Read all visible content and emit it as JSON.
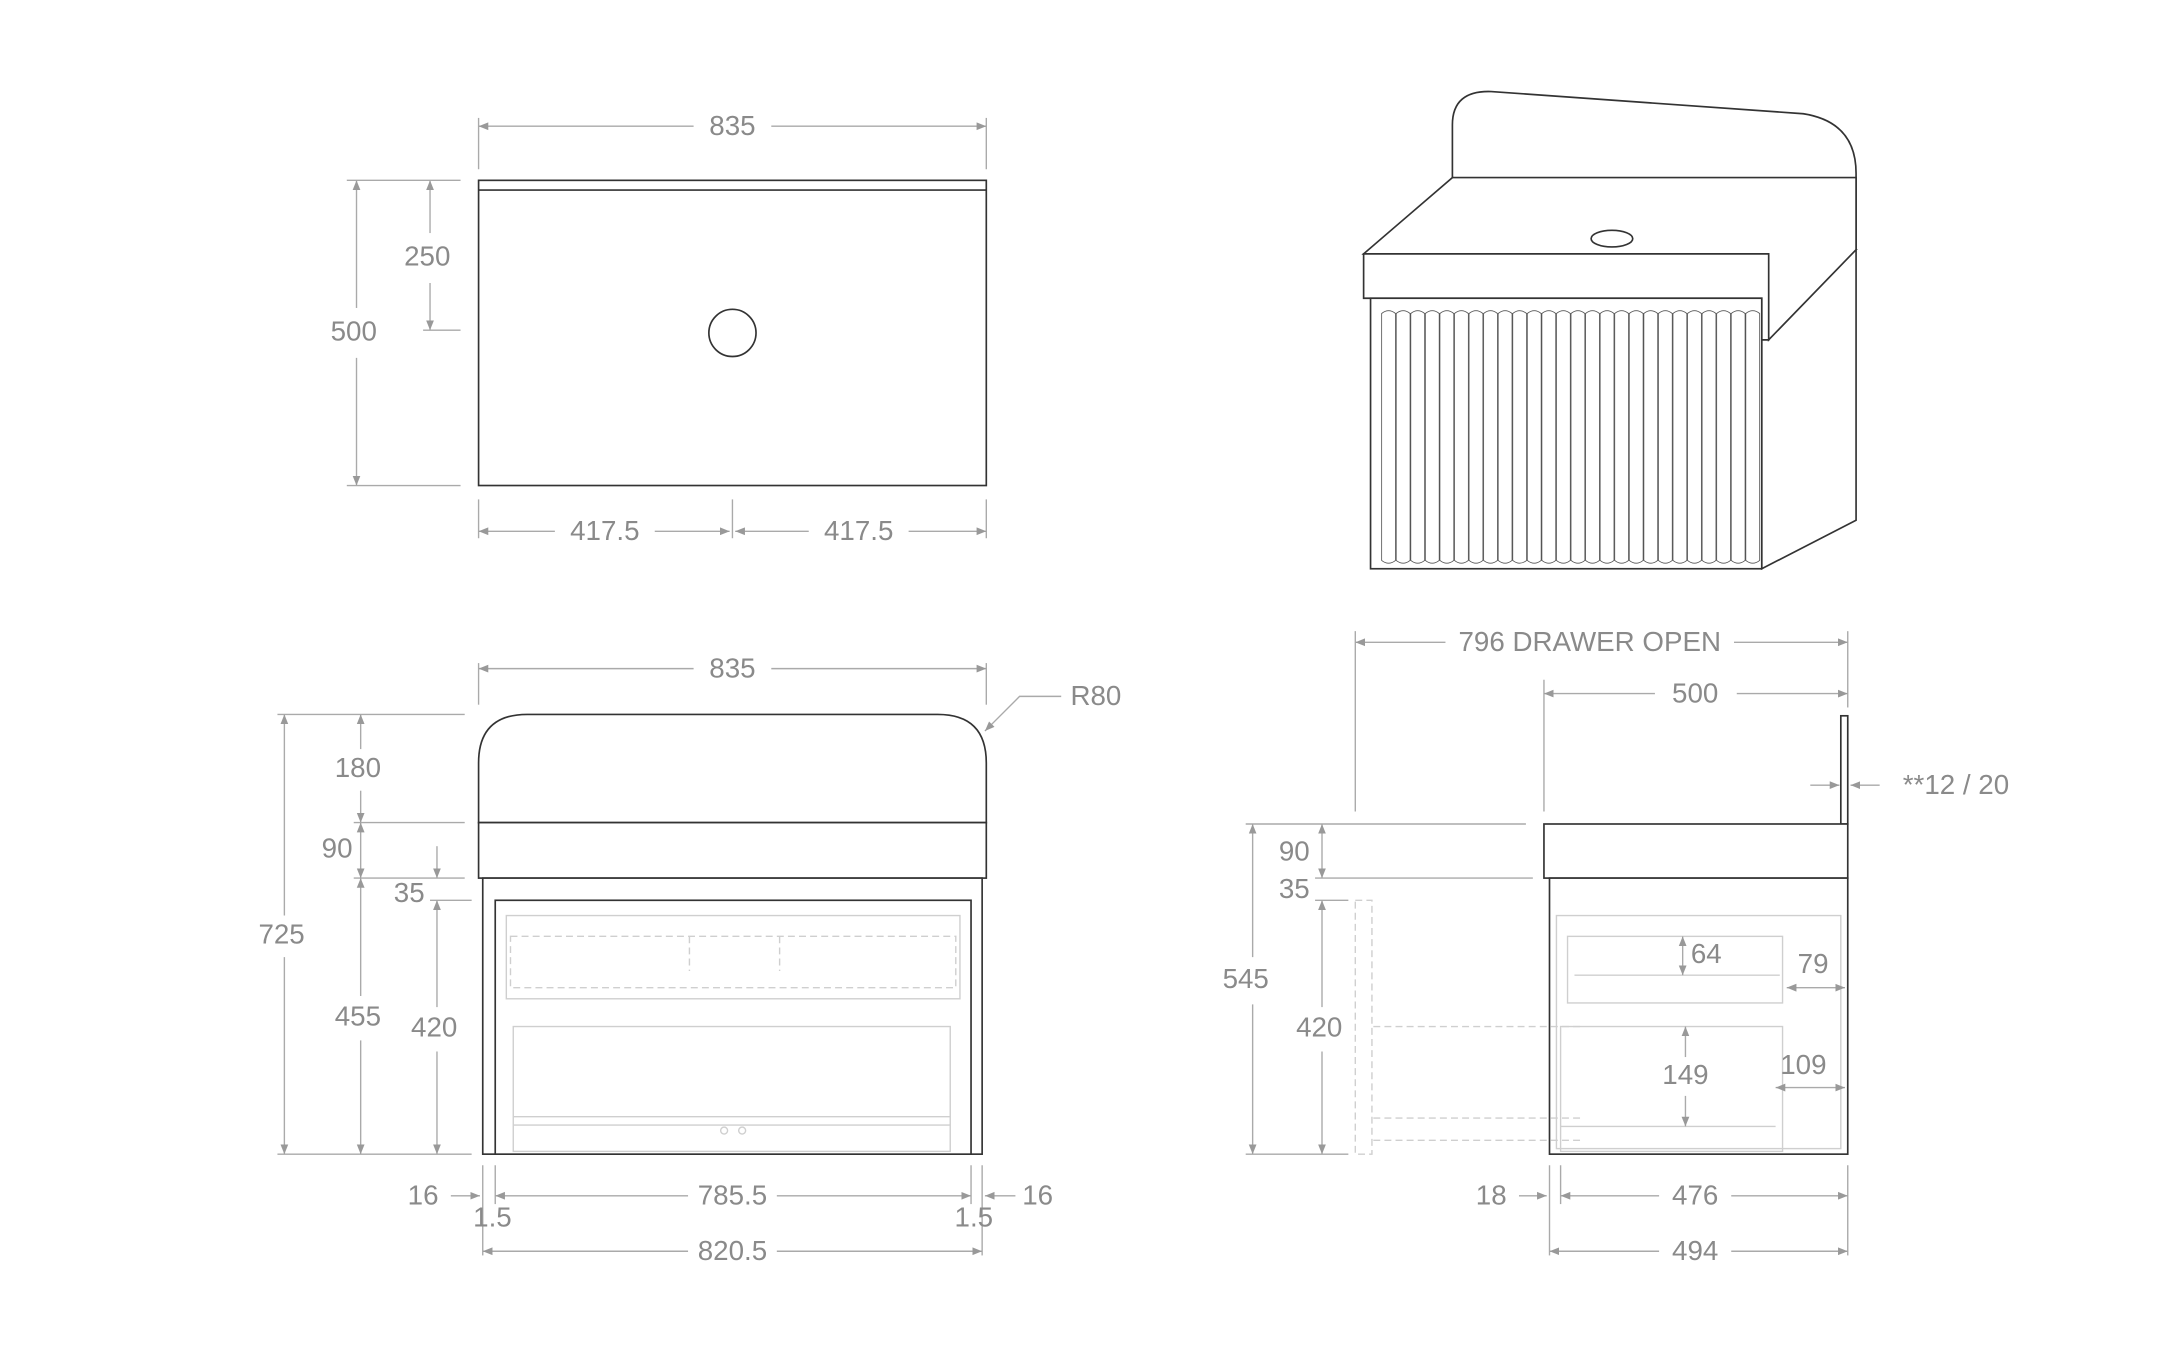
{
  "plan_view": {
    "width": "835",
    "depth": "500",
    "tap_offset": "250",
    "half_left": "417.5",
    "half_right": "417.5"
  },
  "front_view": {
    "width": "835",
    "radius": "R80",
    "total_height": "725",
    "splash_height": "180",
    "top_thickness": "90",
    "cabinet_height": "455",
    "gap": "35",
    "door_height": "420",
    "side_left": "16",
    "side_right": "16",
    "reveal_left": "1.5",
    "reveal_right": "1.5",
    "door_width": "785.5",
    "cabinet_width": "820.5"
  },
  "side_view": {
    "drawer_open": "796 DRAWER OPEN",
    "depth": "500",
    "splash_thickness": "**12 / 20",
    "top_thickness": "90",
    "gap": "35",
    "total_height": "545",
    "door_height": "420",
    "upper_drawer_height": "64",
    "upper_drawer_offset": "79",
    "lower_drawer_height": "149",
    "lower_drawer_offset": "109",
    "door_thickness": "18",
    "inner_depth": "476",
    "cabinet_depth": "494"
  },
  "colors": {
    "outline": "#333333",
    "dimension": "#8a8a8a",
    "hidden": "#cfcfcf"
  }
}
